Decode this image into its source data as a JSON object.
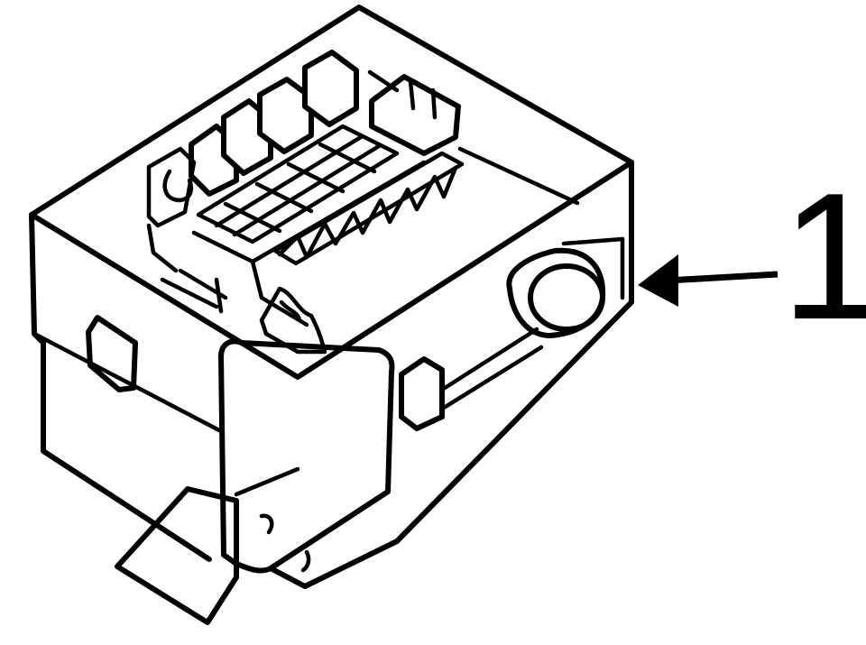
{
  "callout": {
    "number": "1"
  },
  "parts": [
    {
      "name": "fuse-relay-box",
      "label_ref": "1"
    }
  ],
  "colors": {
    "line": "#000000",
    "background": "#ffffff"
  }
}
